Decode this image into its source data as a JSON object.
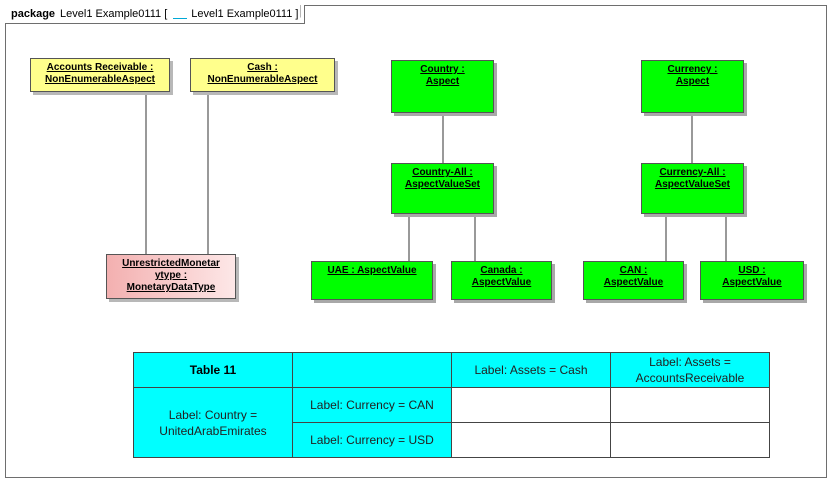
{
  "package_tab": {
    "keyword": "package",
    "name": "Level1 Example0111 [",
    "suffix": "Level1 Example0111 ]"
  },
  "nodes": {
    "accounts_receivable": {
      "line1": "Accounts Receivable :",
      "line2": "NonEnumerableAspect"
    },
    "cash": {
      "line1": "Cash :",
      "line2": "NonEnumerableAspect"
    },
    "country": {
      "line1": "Country :",
      "line2": "Aspect"
    },
    "currency": {
      "line1": "Currency :",
      "line2": "Aspect"
    },
    "country_all": {
      "line1": "Country-All :",
      "line2": "AspectValueSet"
    },
    "currency_all": {
      "line1": "Currency-All :",
      "line2": "AspectValueSet"
    },
    "unrestricted": {
      "line1": "UnrestrictedMonetar",
      "line2": "ytype :",
      "line3": "MonetaryDataType"
    },
    "uae": {
      "line1": "UAE : AspectValue"
    },
    "canada": {
      "line1": "Canada :",
      "line2": "AspectValue"
    },
    "can": {
      "line1": "CAN :",
      "line2": "AspectValue"
    },
    "usd": {
      "line1": "USD :",
      "line2": "AspectValue"
    }
  },
  "colors": {
    "aspect_green": "#00ff00",
    "non_enumerable_yellow": "#ffff8c",
    "datatype_pink": "#f3b0b0",
    "table_cyan": "#00ffff"
  },
  "table": {
    "title": "Table 11",
    "col_assets_cash": "Label: Assets = Cash",
    "col_assets_ar_1": "Label: Assets =",
    "col_assets_ar_2": "AccountsReceivable",
    "row_country_1": "Label: Country =",
    "row_country_2": "UnitedArabEmirates",
    "row_currency_can": "Label: Currency = CAN",
    "row_currency_usd": "Label: Currency = USD"
  }
}
